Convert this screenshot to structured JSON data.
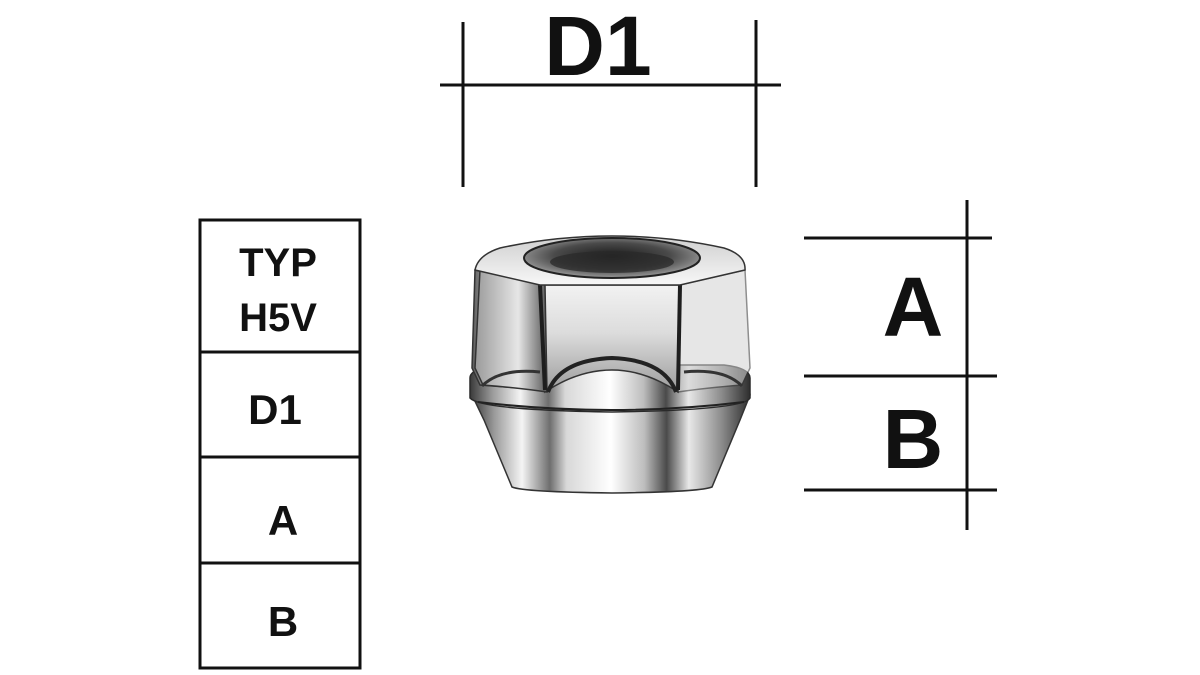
{
  "diagram": {
    "dimension_labels": {
      "d1": "D1",
      "a": "A",
      "b": "B"
    },
    "table": {
      "type_line1": "TYP",
      "type_line2": "H5V",
      "rows": [
        "D1",
        "A",
        "B"
      ]
    },
    "colors": {
      "line": "#111111",
      "background": "#ffffff"
    },
    "illustration": "chrome-lug-nut"
  }
}
